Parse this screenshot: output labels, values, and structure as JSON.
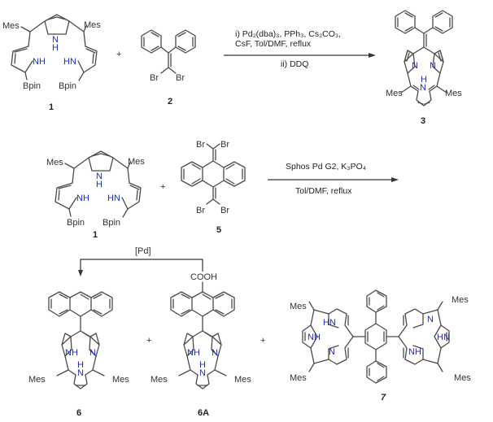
{
  "scheme": {
    "reaction1": {
      "reactant_a": {
        "number": "1",
        "substituents": [
          "Mes",
          "Mes",
          "Bpin",
          "Bpin"
        ],
        "nh_labels": [
          "NH",
          "H",
          "NH",
          "HN"
        ]
      },
      "plus": "+",
      "reactant_b": {
        "number": "2",
        "substituents": [
          "Br",
          "Br"
        ]
      },
      "conditions_above_line1": "i) Pd₂(dba)₃, PPh₃,  Cs₂CO₃,",
      "conditions_above_line2": "CsF,  Tol/DMF, reflux",
      "conditions_below": "ii) DDQ",
      "product": {
        "number": "3",
        "substituents": [
          "Mes",
          "Mes"
        ],
        "n_labels": [
          "N",
          "N",
          "H",
          "N"
        ]
      }
    },
    "reaction2": {
      "reactant_a": {
        "number": "1",
        "substituents": [
          "Mes",
          "Mes",
          "Bpin",
          "Bpin"
        ],
        "nh_labels": [
          "NH",
          "H",
          "NH",
          "HN"
        ]
      },
      "plus": "+",
      "reactant_b": {
        "number": "5",
        "substituents": [
          "Br",
          "Br",
          "Br",
          "Br"
        ]
      },
      "conditions_above": "Sphos Pd G2, K₃PO₄",
      "conditions_below": "Tol/DMF, reflux"
    },
    "products": {
      "decarboxylation_label": "[Pd]",
      "p6": {
        "number": "6",
        "substituents": [
          "Mes",
          "Mes"
        ],
        "n_labels": [
          "NH",
          "N",
          "H",
          "N"
        ]
      },
      "plus1": "+",
      "p6A": {
        "number": "6A",
        "group": "COOH",
        "substituents": [
          "Mes",
          "Mes"
        ],
        "n_labels": [
          "NH",
          "N",
          "H",
          "N"
        ]
      },
      "plus2": "+",
      "p7": {
        "number": "7",
        "substituents": [
          "Mes",
          "Mes",
          "Mes",
          "Mes"
        ],
        "n_labels": [
          "HN",
          "NH",
          "N",
          "N",
          "HN",
          "NH"
        ]
      }
    }
  },
  "colors": {
    "bond": "#4a4a4a",
    "heteroatom": "#1c2fb0",
    "text": "#333333"
  }
}
